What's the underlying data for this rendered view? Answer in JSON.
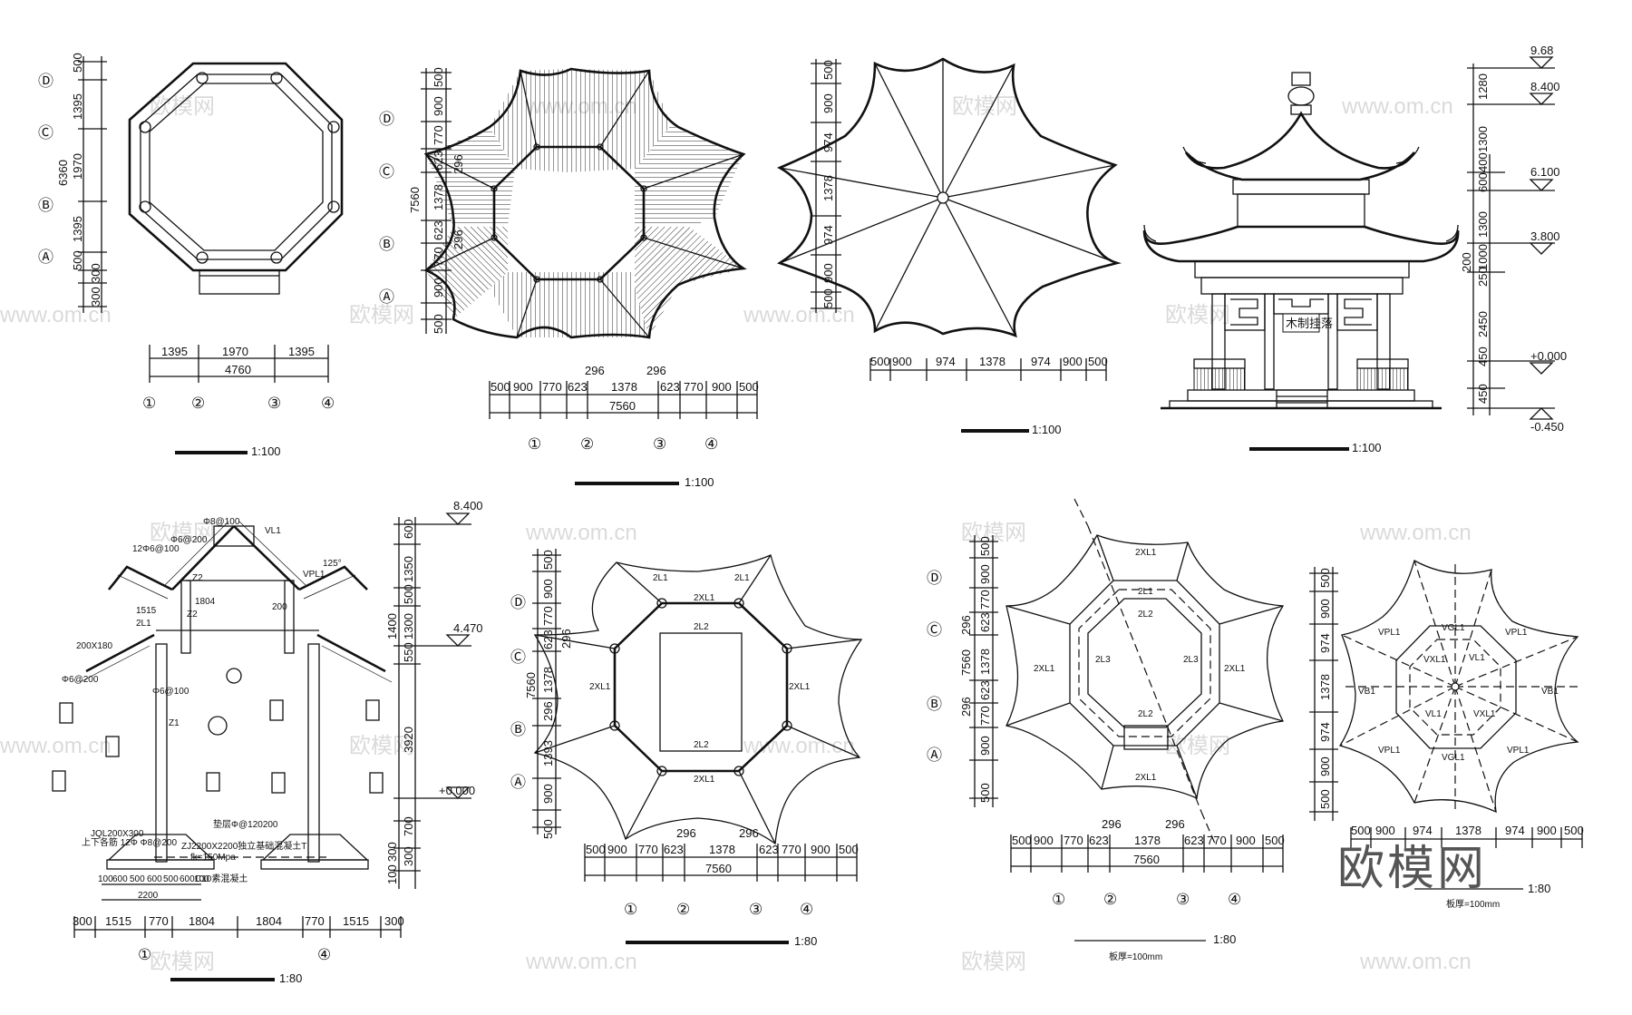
{
  "axes": {
    "A": "Ⓐ",
    "B": "Ⓑ",
    "C": "Ⓒ",
    "D": "Ⓓ",
    "n1": "①",
    "n2": "②",
    "n3": "③",
    "n4": "④"
  },
  "plan1": {
    "dims_v": [
      "500",
      "1395",
      "1970",
      "1395",
      "500",
      "300"
    ],
    "total_v": "6360",
    "side": [
      "300",
      "300"
    ],
    "dims_h": [
      "1395",
      "1970",
      "1395"
    ],
    "total_h": "4760",
    "scale": "1:100"
  },
  "roof_plan": {
    "dims_v": [
      "500",
      "900",
      "770",
      "623",
      "1378",
      "623",
      "770",
      "900",
      "500"
    ],
    "side_v": [
      "296",
      "296"
    ],
    "total_v": "7560",
    "dims_h": [
      "500",
      "900",
      "770",
      "623",
      "1378",
      "623",
      "770",
      "900",
      "500"
    ],
    "top_h": [
      "296",
      "296"
    ],
    "total_h": "7560",
    "scale": "1:100"
  },
  "roof_top": {
    "dims_v": [
      "500",
      "900",
      "974",
      "1378",
      "974",
      "900",
      "500"
    ],
    "dims_h": [
      "500",
      "900",
      "974",
      "1378",
      "974",
      "900",
      "500"
    ],
    "scale": "1:100"
  },
  "elevation": {
    "levels": [
      "9.68",
      "8.400",
      "6.100",
      "3.800",
      "+0.000",
      "-0.450"
    ],
    "dims_v": [
      "1280",
      "1300",
      "400",
      "600",
      "1300",
      "1000",
      "250",
      "2450",
      "450",
      "450",
      "200"
    ],
    "plaque": "木制挂落",
    "scale": "1:100"
  },
  "section": {
    "levels": [
      "8.400",
      "4.470",
      "+0.000"
    ],
    "dims_v": [
      "600",
      "1350",
      "500",
      "1300",
      "1400",
      "550",
      "3920",
      "700",
      "300",
      "300",
      "100"
    ],
    "dims_h": [
      "300",
      "1515",
      "770",
      "1804",
      "1804",
      "770",
      "1515",
      "300"
    ],
    "footing_dims": [
      "100",
      "600",
      "500",
      "600",
      "500",
      "600",
      "100"
    ],
    "footing_total": "2200",
    "notes": [
      "ZJ2200X2200独立基础混凝土T",
      "fk=150Mpa",
      "C10素混凝土",
      "JQL200X300",
      "上下各筋 12Φ Φ8@200",
      "垫层Φ@120200",
      "Z2",
      "Z1",
      "VPL1",
      "VL1",
      "2L1",
      "12Φ6@100",
      "Φ6@200",
      "Φ8@100",
      "Φ6@100",
      "Φ6@200",
      "200X180",
      "1804",
      "1515",
      "125°",
      "Z2",
      "200"
    ],
    "scale": "1:80"
  },
  "beam_plan": {
    "dims_v": [
      "500",
      "900",
      "770",
      "623",
      "1378",
      "296",
      "1393",
      "900",
      "500"
    ],
    "side_v": [
      "296"
    ],
    "total_v": "7560",
    "dims_h": [
      "500",
      "900",
      "770",
      "623",
      "1378",
      "623",
      "770",
      "900",
      "500"
    ],
    "top_h": [
      "296",
      "296"
    ],
    "total_h": "7560",
    "labels": [
      "2L2",
      "2XL1",
      "2L1"
    ],
    "scale": "1:80"
  },
  "frame_plan": {
    "dims_v": [
      "500",
      "900",
      "770",
      "623",
      "1378",
      "623",
      "770",
      "900",
      "500"
    ],
    "side_v": [
      "296",
      "296"
    ],
    "total_v": "7560",
    "dims_h": [
      "500",
      "900",
      "770",
      "623",
      "1378",
      "623",
      "770",
      "900",
      "500"
    ],
    "top_h": [
      "296",
      "296"
    ],
    "total_h": "7560",
    "labels": [
      "2XL1",
      "2L1",
      "2L2",
      "2L3"
    ],
    "note": "板厚=100mm",
    "scale": "1:80"
  },
  "rafter_plan": {
    "dims_v": [
      "500",
      "900",
      "974",
      "1378",
      "974",
      "900",
      "500"
    ],
    "dims_h": [
      "500",
      "900",
      "974",
      "1378",
      "974",
      "900",
      "500"
    ],
    "labels": [
      "VPL1",
      "VGL1",
      "VL1",
      "VB1",
      "VXL1"
    ],
    "note": "板厚=100mm",
    "scale": "1:80"
  },
  "watermark": {
    "text": "欧模网",
    "small": "www.om.cn"
  }
}
